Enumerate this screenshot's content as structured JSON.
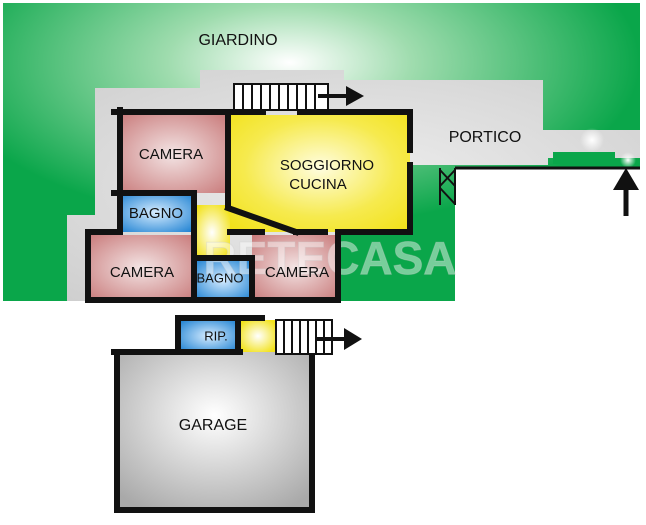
{
  "floorplan": {
    "watermark": "RETECASA",
    "colors": {
      "garden": "#0aa64a",
      "portico": "#d6d6d6",
      "camera": "#c97b7b",
      "living": "#f2e21c",
      "bathroom": "#1a7fd1",
      "corridor": "#f5ef5a",
      "garage": "#bdbdbd",
      "wall": "#111111"
    },
    "rooms": {
      "giardino": "GIARDINO",
      "portico": "PORTICO",
      "camera_top": "CAMERA",
      "soggiorno_line1": "SOGGIORNO",
      "soggiorno_line2": "CUCINA",
      "bagno_left": "BAGNO",
      "camera_bottom_left": "CAMERA",
      "bagno_center": "BAGNO",
      "camera_bottom_right": "CAMERA",
      "rip": "RIP.",
      "garage": "GARAGE"
    },
    "icons": [
      "stairs-icon",
      "arrow-right-icon",
      "arrow-up-icon",
      "door-icon",
      "light-icon"
    ]
  }
}
